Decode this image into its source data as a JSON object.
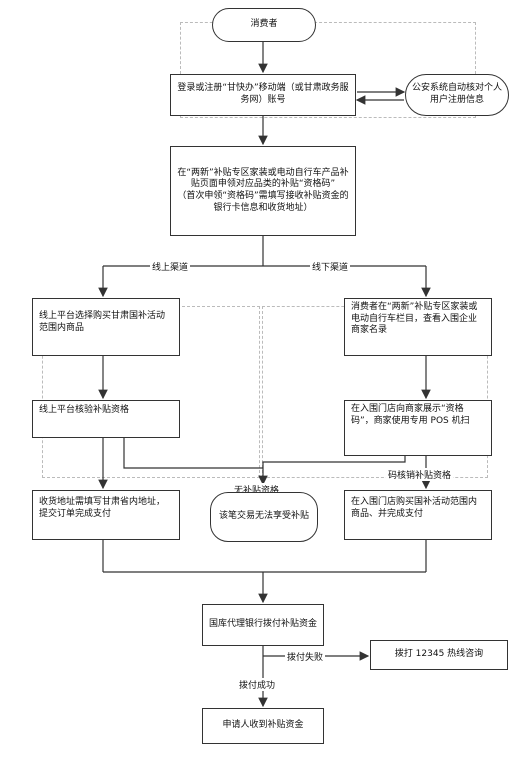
{
  "nodes": {
    "consumer": "消费者",
    "register": "登录或注册“甘快办”移动端（或甘肃政务服务网）账号",
    "police": "公安系统自动核对个人用户注册信息",
    "apply": "在“两新”补贴专区家装或电动自行车产品补贴页面申领对应品类的补贴“资格码”\n（首次申领“资格码”需填写接收补贴资金的银行卡信息和收货地址）",
    "online_select": "线上平台选择购买甘肃国补活动范围内商品",
    "online_verify": "线上平台核验补贴资格",
    "online_pay": "收货地址需填写甘肃省内地址，提交订单完成支付",
    "no_subsidy": "该笔交易无法享受补贴",
    "offline_view": "消费者在“两新”补贴专区家装或电动自行车栏目，查看入围企业商家名录",
    "offline_show": "在入围门店向商家展示“资格码”，商家使用专用 POS 机扫",
    "offline_buy": "在入围门店购买国补活动范围内商品、并完成支付",
    "treasury": "国库代理银行拨付补贴资金",
    "hotline": "拨打 12345 热线咨询",
    "received": "申请人收到补贴资金"
  },
  "labels": {
    "online_channel": "线上渠道",
    "offline_channel": "线下渠道",
    "no_qualification": "无补贴资格",
    "pos_verify": "码核销补贴资格",
    "pay_fail": "拨付失败",
    "pay_success": "拨付成功"
  }
}
